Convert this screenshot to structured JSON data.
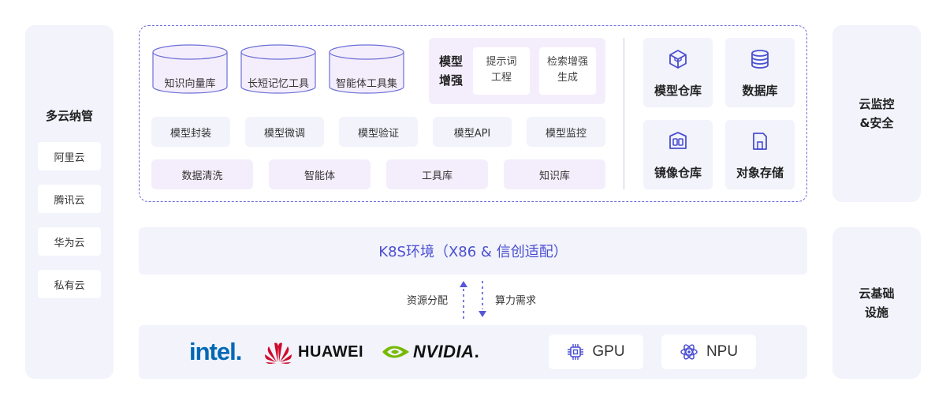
{
  "multi_cloud": {
    "title": "多云纳管",
    "items": [
      "阿里云",
      "腾讯云",
      "华为云",
      "私有云"
    ]
  },
  "cloud_monitor": {
    "line1": "云监控",
    "line2": "&安全"
  },
  "cloud_infra": {
    "line1": "云基础",
    "line2": "设施"
  },
  "stores": [
    "知识向量库",
    "长短记忆工具",
    "智能体工具集"
  ],
  "model_enhance": {
    "label_line1": "模型",
    "label_line2": "增强",
    "items": [
      {
        "line1": "提示词",
        "line2": "工程"
      },
      {
        "line1": "检索增强",
        "line2": "生成"
      }
    ]
  },
  "model_ops": [
    "模型封装",
    "模型微调",
    "模型验证",
    "模型API",
    "模型监控"
  ],
  "services": [
    "数据清洗",
    "智能体",
    "工具库",
    "知识库"
  ],
  "storage": {
    "model_repo": "模型仓库",
    "database": "数据库",
    "image_repo": "镜像仓库",
    "object_storage": "对象存储"
  },
  "k8s": {
    "label": "K8S环境（X86 & 信创适配）"
  },
  "flow": {
    "up_label": "资源分配",
    "down_label": "算力需求"
  },
  "hardware": {
    "intel": "intel",
    "intel_dot": ".",
    "huawei": "HUAWEI",
    "nvidia": "NVIDIA",
    "nvidia_dot": ".",
    "gpu": "GPU",
    "npu": "NPU"
  },
  "colors": {
    "panel": "#f2f3fb",
    "purple_panel": "#f4eefc",
    "accent": "#4a4fd0",
    "arrow": "#5558d6",
    "intel_blue": "#0068b5",
    "huawei_red": "#cf0a2c",
    "nvidia_green": "#76b900"
  }
}
